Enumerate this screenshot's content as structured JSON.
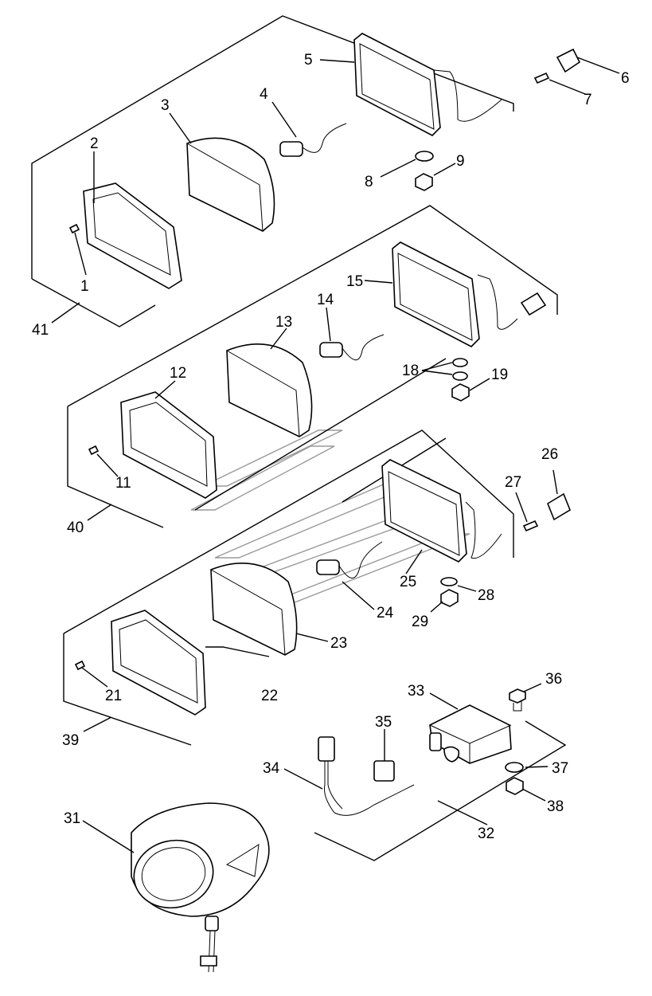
{
  "diagram": {
    "callouts": [
      {
        "id": "c1",
        "label": "1"
      },
      {
        "id": "c2",
        "label": "2"
      },
      {
        "id": "c3",
        "label": "3"
      },
      {
        "id": "c4",
        "label": "4"
      },
      {
        "id": "c5",
        "label": "5"
      },
      {
        "id": "c6",
        "label": "6"
      },
      {
        "id": "c7",
        "label": "7"
      },
      {
        "id": "c8",
        "label": "8"
      },
      {
        "id": "c9",
        "label": "9"
      },
      {
        "id": "c11",
        "label": "11"
      },
      {
        "id": "c12",
        "label": "12"
      },
      {
        "id": "c13",
        "label": "13"
      },
      {
        "id": "c14",
        "label": "14"
      },
      {
        "id": "c15",
        "label": "15"
      },
      {
        "id": "c18",
        "label": "18"
      },
      {
        "id": "c19",
        "label": "19"
      },
      {
        "id": "c21",
        "label": "21"
      },
      {
        "id": "c22",
        "label": "22"
      },
      {
        "id": "c23",
        "label": "23"
      },
      {
        "id": "c24",
        "label": "24"
      },
      {
        "id": "c25",
        "label": "25"
      },
      {
        "id": "c26",
        "label": "26"
      },
      {
        "id": "c27",
        "label": "27"
      },
      {
        "id": "c28",
        "label": "28"
      },
      {
        "id": "c29",
        "label": "29"
      },
      {
        "id": "c31",
        "label": "31"
      },
      {
        "id": "c32",
        "label": "32"
      },
      {
        "id": "c33",
        "label": "33"
      },
      {
        "id": "c34",
        "label": "34"
      },
      {
        "id": "c35",
        "label": "35"
      },
      {
        "id": "c36",
        "label": "36"
      },
      {
        "id": "c37",
        "label": "37"
      },
      {
        "id": "c38",
        "label": "38"
      },
      {
        "id": "c39",
        "label": "39"
      },
      {
        "id": "c40",
        "label": "40"
      },
      {
        "id": "c41",
        "label": "41"
      }
    ]
  }
}
